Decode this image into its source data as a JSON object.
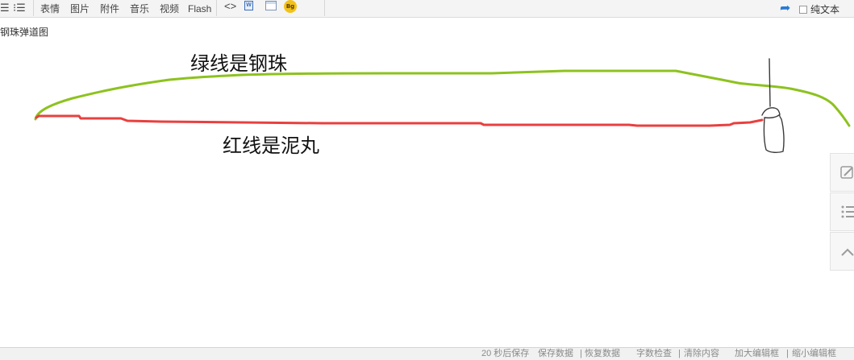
{
  "toolbar": {
    "items": [
      "表情",
      "图片",
      "附件",
      "音乐",
      "视频",
      "Flash"
    ],
    "bg_icon_text": "Bg",
    "code_icon": "<>",
    "plain_text_label": "纯文本",
    "plain_text_checked": false
  },
  "document": {
    "title": "钢珠弹道图",
    "green_label": "绿线是钢珠",
    "red_label": "红线是泥丸"
  },
  "colors": {
    "green_line": "#8dc21f",
    "red_line": "#e8403f",
    "sketch": "#3a3a3a"
  },
  "statusbar": {
    "autosave": "20 秒后保存",
    "save_data": "保存数据",
    "restore_data": "恢复数据",
    "word_count": "字数检查",
    "clear_content": "清除内容",
    "enlarge_editor": "加大编辑框",
    "shrink_editor": "缩小编辑框",
    "sep": "|"
  },
  "icons": [
    "list-icon",
    "bullet-list-icon",
    "code-icon",
    "word-icon",
    "table-icon",
    "bg-icon",
    "redo-icon",
    "edit-icon",
    "list-icon",
    "collapse-up-icon"
  ]
}
